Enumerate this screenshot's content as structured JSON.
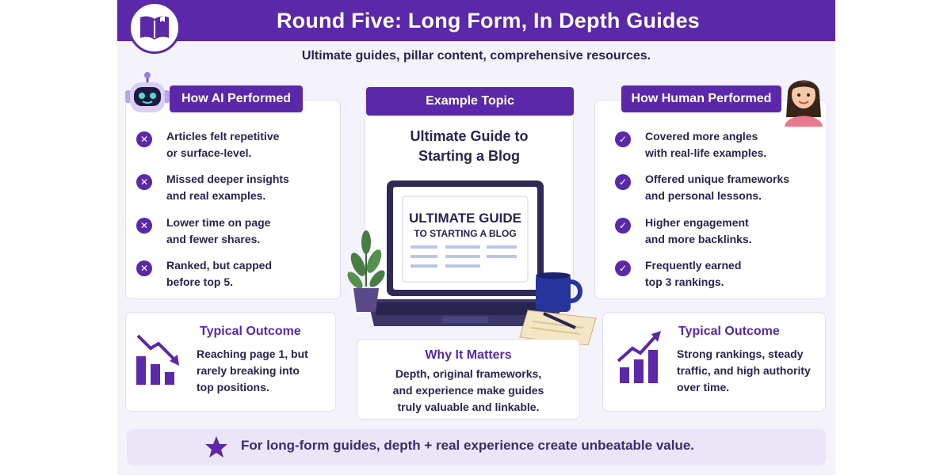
{
  "header": {
    "title": "Round Five: Long Form, In Depth Guides",
    "subtitle": "Ultimate guides, pillar content, comprehensive resources."
  },
  "ai_panel": {
    "heading": "How AI Performed",
    "items": [
      "Articles felt repetitive\nor surface-level.",
      "Missed deeper insights\nand real examples.",
      "Lower time on page\nand fewer shares.",
      "Ranked, but capped\nbefore top 5."
    ],
    "outcome_title": "Typical Outcome",
    "outcome_text": "Reaching page 1, but\nrarely breaking into\ntop positions."
  },
  "example_panel": {
    "heading": "Example Topic",
    "topic": "Ultimate Guide to\nStarting a Blog",
    "screen_line1": "ULTIMATE GUIDE",
    "screen_line2": "TO STARTING A BLOG"
  },
  "why_panel": {
    "title": "Why It Matters",
    "text": "Depth, original frameworks,\nand experience make guides\ntruly valuable and linkable."
  },
  "human_panel": {
    "heading": "How Human Performed",
    "items": [
      "Covered more angles\nwith real-life examples.",
      "Offered unique frameworks\nand personal lessons.",
      "Higher engagement\nand more backlinks.",
      "Frequently earned\ntop 3 rankings."
    ],
    "outcome_title": "Typical Outcome",
    "outcome_text": "Strong rankings, steady\ntraffic, and high authority\nover time."
  },
  "footer": {
    "text": "For long-form guides, depth + real experience create unbeatable value."
  },
  "icons": {
    "ai_item": "x-circle-icon",
    "human_item": "check-circle-icon",
    "footer": "star-icon"
  },
  "colors": {
    "primary": "#5a28a8",
    "text": "#2a2350",
    "background": "#f4f2fb"
  }
}
